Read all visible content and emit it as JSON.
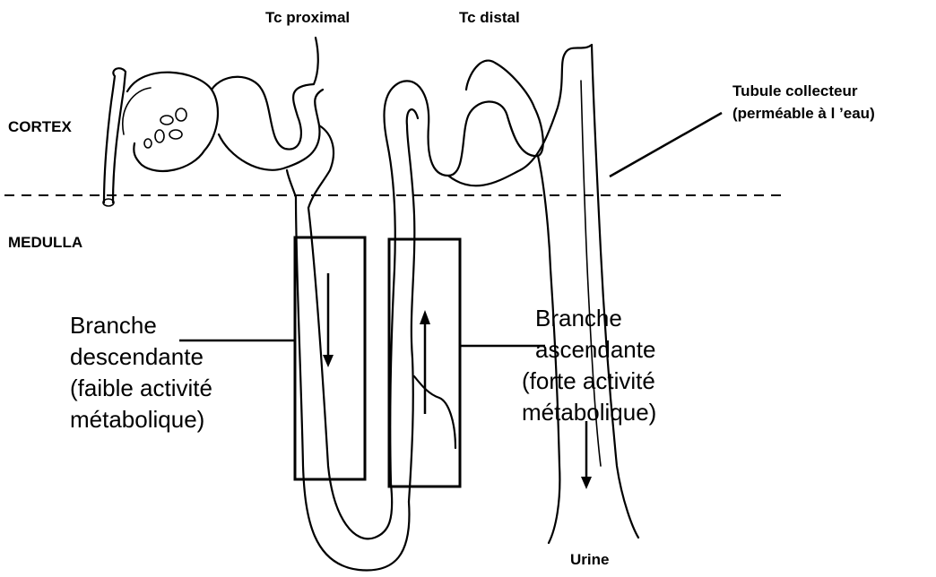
{
  "labels": {
    "tc_proximal": "Tc proximal",
    "tc_distal": "Tc distal",
    "tubule_line1": "Tubule collecteur",
    "tubule_line2": "(perméable à l ’eau)",
    "cortex": "CORTEX",
    "medulla": "MEDULLA",
    "urine": "Urine",
    "desc": [
      "Branche",
      "descendante",
      "(faible activité",
      "métabolique)"
    ],
    "asc": [
      "Branche",
      "ascendante",
      "(forte activité",
      "métabolique)"
    ]
  }
}
